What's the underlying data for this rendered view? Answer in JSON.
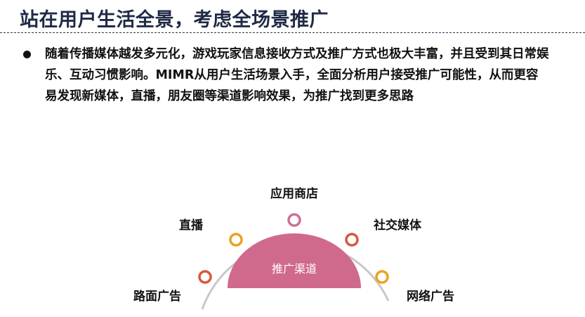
{
  "header": {
    "title": "站在用户生活全景，考虑全场景推广"
  },
  "bullet": {
    "lines": [
      "随着传播媒体越发多元化，游戏玩家信息接收方式及推广方式也极大丰富，并且受到其日常娱",
      "乐、互动习惯影响。MIMR从用户生活场景入手，全面分析用户接受推广可能性，从而更容",
      "易发现新媒体，直播，朋友圈等渠道影响效果，为推广找到更多思路"
    ]
  },
  "diagram": {
    "center_label": "推广渠道",
    "center_color": "#d06a8c",
    "arc_color": "#c8c8c8",
    "channels": [
      {
        "label": "路面广告",
        "ring_color": "#d7583a"
      },
      {
        "label": "直播",
        "ring_color": "#efa020"
      },
      {
        "label": "应用商店",
        "ring_color": "#cf6f95"
      },
      {
        "label": "社交媒体",
        "ring_color": "#d7583a"
      },
      {
        "label": "网络广告",
        "ring_color": "#efa020"
      }
    ]
  }
}
